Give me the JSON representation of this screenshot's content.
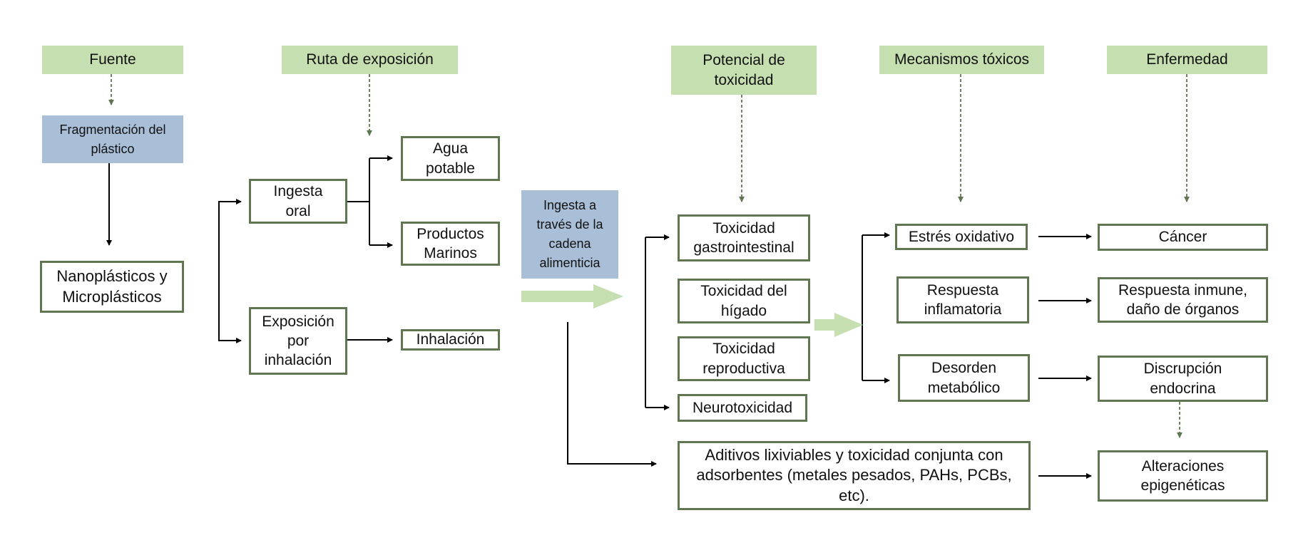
{
  "headers": {
    "fuente": "Fuente",
    "ruta": "Ruta de exposición",
    "potencial": "Potencial de toxicidad",
    "mecanismos": "Mecanismos tóxicos",
    "enfermedad": "Enfermedad"
  },
  "source": {
    "fragmentacion": "Fragmentación del plástico",
    "nano": "Nanoplásticos y Microplásticos"
  },
  "routes": {
    "ingesta_oral": "Ingesta oral",
    "agua": "Agua potable",
    "marinos": "Productos Marinos",
    "exposicion": "Exposición por inhalación",
    "inhalacion": "Inhalación",
    "cadena": "Ingesta a través de la cadena alimenticia"
  },
  "toxicity": {
    "gastro": "Toxicidad gastrointestinal",
    "higado": "Toxicidad del hígado",
    "reproductiva": "Toxicidad reproductiva",
    "neuro": "Neurotoxicidad",
    "aditivos": "Aditivos lixiviables y toxicidad conjunta con adsorbentes (metales pesados, PAHs, PCBs, etc)."
  },
  "mechanisms": {
    "estres": "Estrés oxidativo",
    "respuesta": "Respuesta inflamatoria",
    "desorden": "Desorden metabólico"
  },
  "diseases": {
    "cancer": "Cáncer",
    "inmune": "Respuesta inmune, daño de órganos",
    "endocrina": "Discrupción endocrina",
    "epigeneticas": "Alteraciones epigenéticas"
  },
  "colors": {
    "header_fill": "#c5dfb0",
    "blue_fill": "#a9bfd8",
    "box_border": "#607650",
    "arrow_fill": "#c5dfb0"
  }
}
